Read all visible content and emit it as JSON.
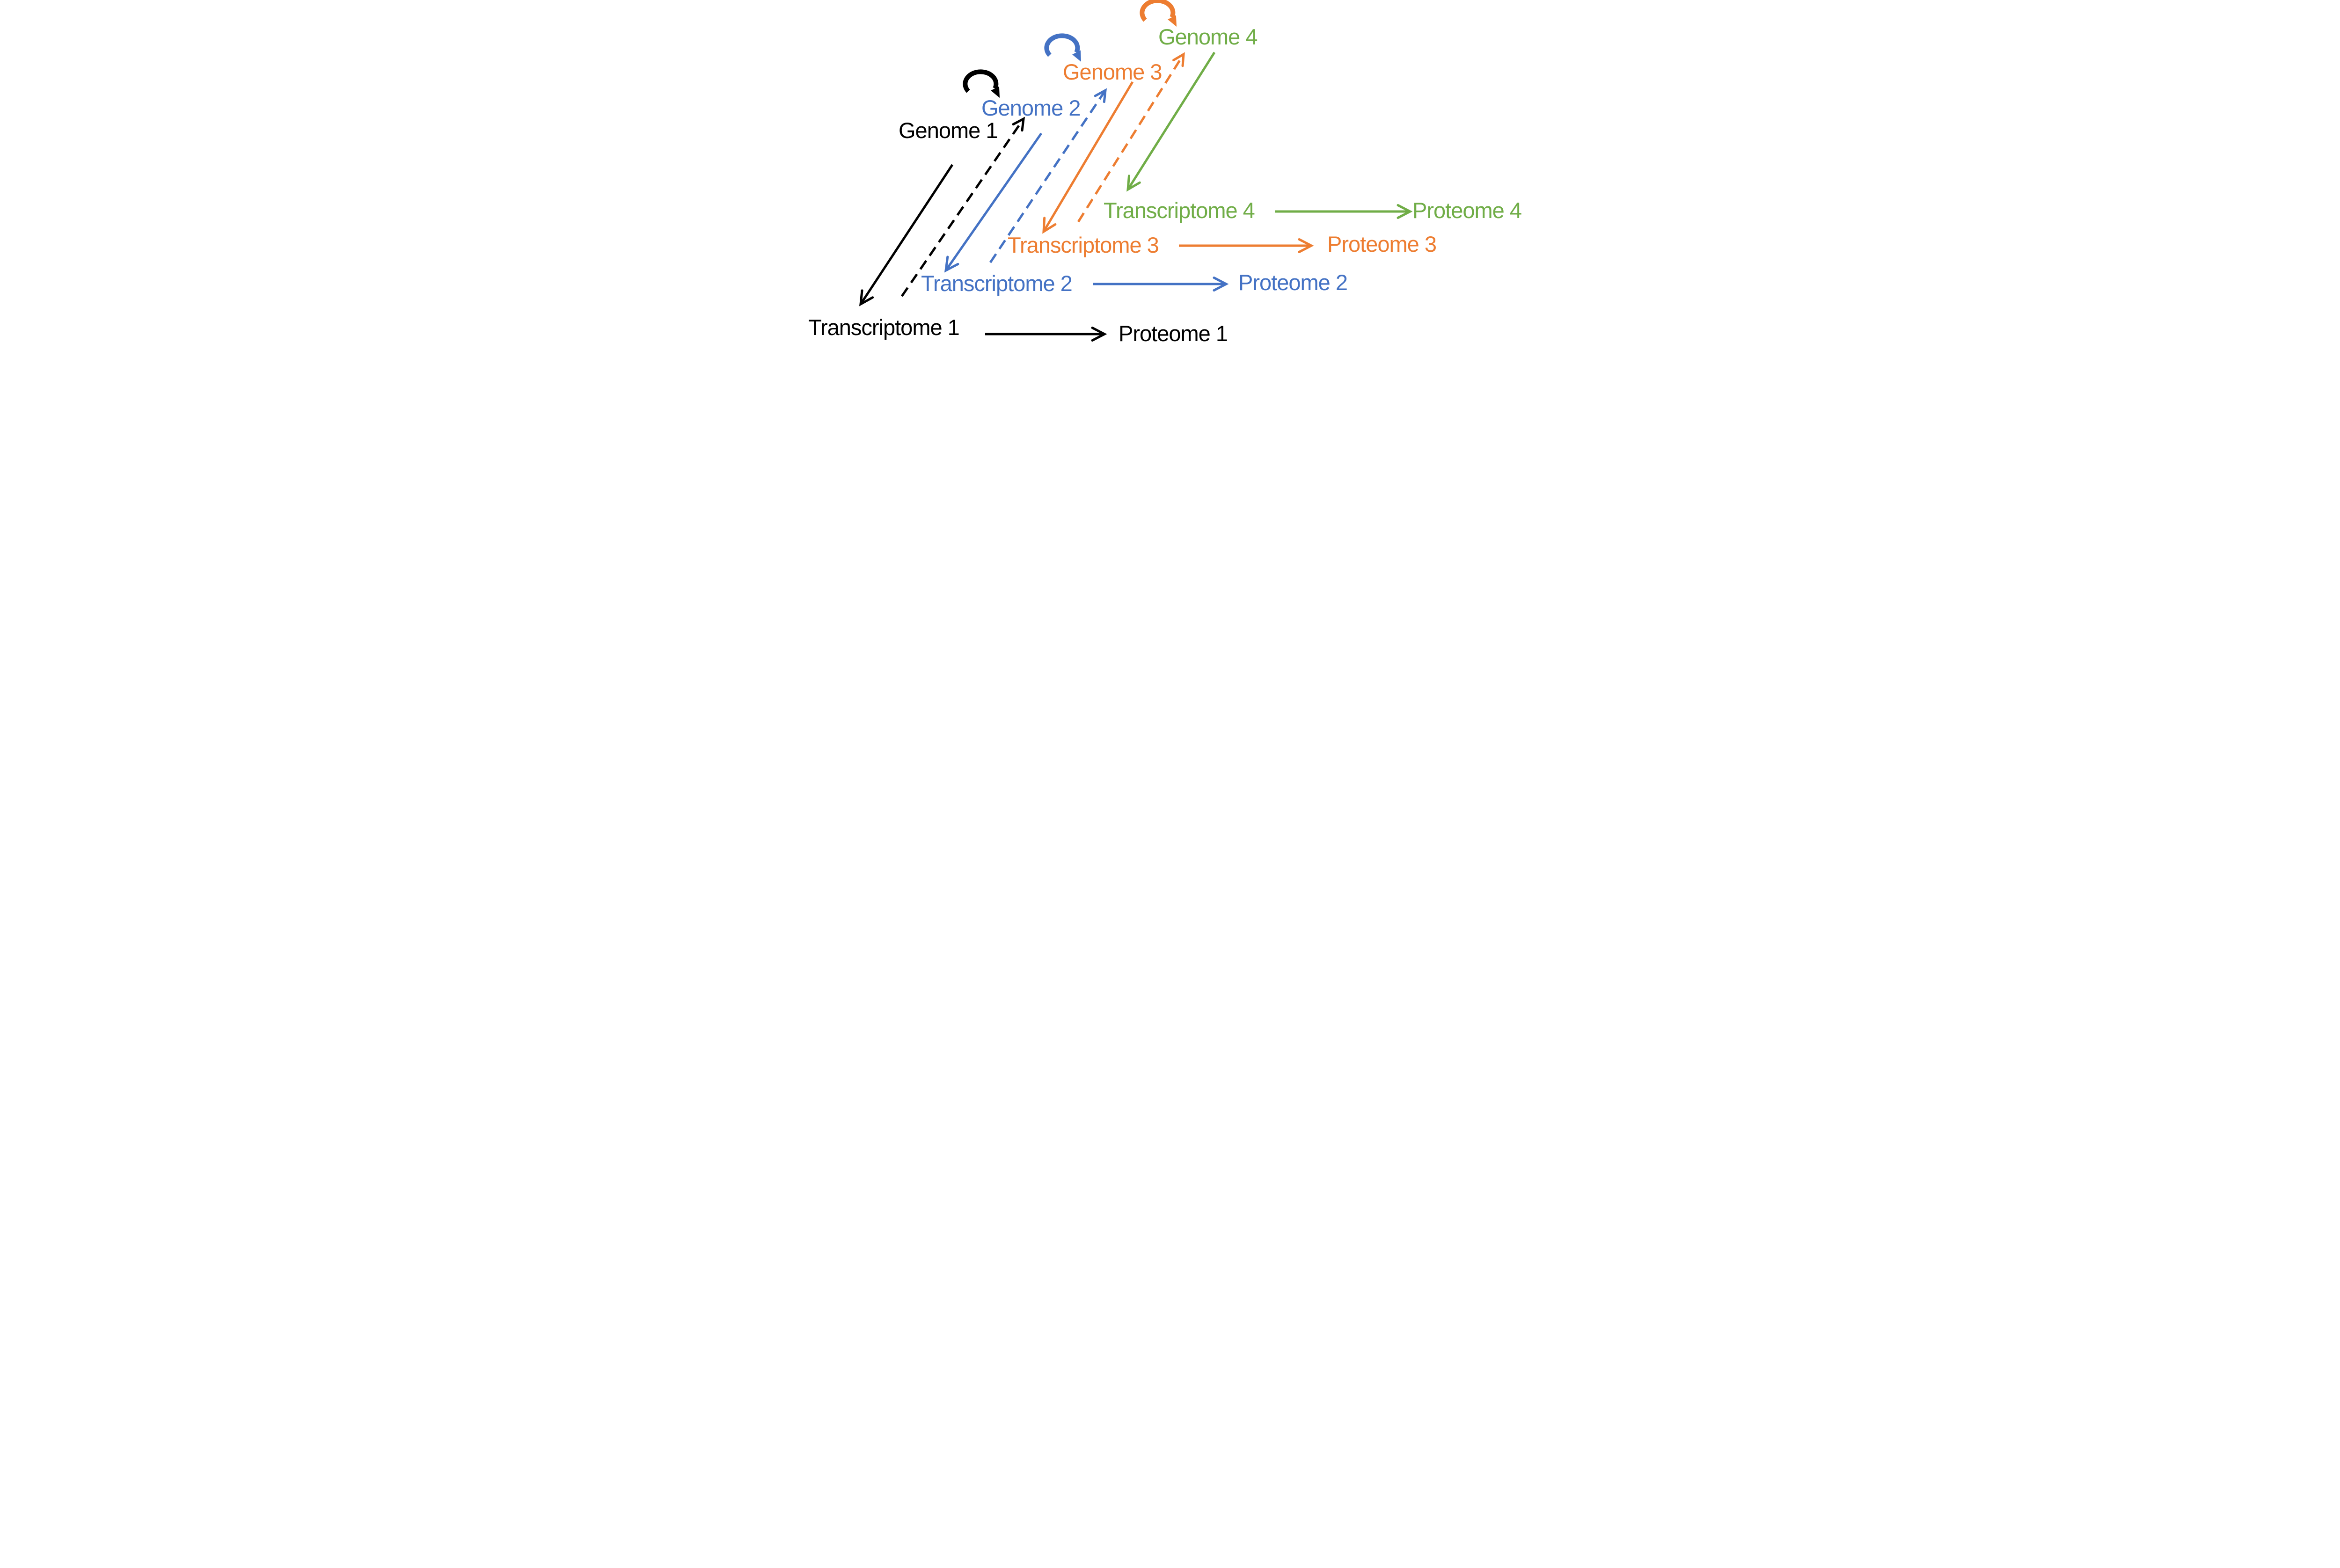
{
  "background": "#FFFFFF",
  "colors": {
    "black": "#000000",
    "blue": "#4472C4",
    "orange": "#ED7D31",
    "green": "#70AD47",
    "bg": "#FFFFFF"
  },
  "generations": [
    {
      "n": "1",
      "color": "black",
      "genome": "Genome 1",
      "transcriptome": "Transcriptome 1",
      "proteome": "Proteome 1",
      "replication_loop": null
    },
    {
      "n": "2",
      "color": "blue",
      "genome": "Genome 2",
      "transcriptome": "Transcriptome 2",
      "proteome": "Proteome 2",
      "replication_loop": "black"
    },
    {
      "n": "3",
      "color": "orange",
      "genome": "Genome 3",
      "transcriptome": "Transcriptome 3",
      "proteome": "Proteome 3",
      "replication_loop": "blue"
    },
    {
      "n": "4",
      "color": "green",
      "genome": "Genome 4",
      "transcriptome": "Transcriptome 4",
      "proteome": "Proteome 4",
      "replication_loop": "orange"
    }
  ],
  "edges": [
    {
      "type": "transcription",
      "from": "Genome 1",
      "to": "Transcriptome 1",
      "style": "solid",
      "color": "black"
    },
    {
      "type": "transcription",
      "from": "Genome 2",
      "to": "Transcriptome 2",
      "style": "solid",
      "color": "blue"
    },
    {
      "type": "transcription",
      "from": "Genome 3",
      "to": "Transcriptome 3",
      "style": "solid",
      "color": "orange"
    },
    {
      "type": "transcription",
      "from": "Genome 4",
      "to": "Transcriptome 4",
      "style": "solid",
      "color": "green"
    },
    {
      "type": "translation",
      "from": "Transcriptome 1",
      "to": "Proteome 1",
      "style": "solid",
      "color": "black"
    },
    {
      "type": "translation",
      "from": "Transcriptome 2",
      "to": "Proteome 2",
      "style": "solid",
      "color": "blue"
    },
    {
      "type": "translation",
      "from": "Transcriptome 3",
      "to": "Proteome 3",
      "style": "solid",
      "color": "orange"
    },
    {
      "type": "translation",
      "from": "Transcriptome 4",
      "to": "Proteome 4",
      "style": "solid",
      "color": "green"
    },
    {
      "type": "inheritance",
      "from": "Transcriptome 1",
      "to": "Genome 2",
      "style": "dashed",
      "color": "black"
    },
    {
      "type": "inheritance",
      "from": "Transcriptome 2",
      "to": "Genome 3",
      "style": "dashed",
      "color": "blue"
    },
    {
      "type": "inheritance",
      "from": "Transcriptome 3",
      "to": "Genome 4",
      "style": "dashed",
      "color": "orange"
    },
    {
      "type": "replication",
      "on": "Genome 2",
      "style": "curved-self-arrow",
      "color": "black"
    },
    {
      "type": "replication",
      "on": "Genome 3",
      "style": "curved-self-arrow",
      "color": "blue"
    },
    {
      "type": "replication",
      "on": "Genome 4",
      "style": "curved-self-arrow",
      "color": "orange"
    }
  ]
}
